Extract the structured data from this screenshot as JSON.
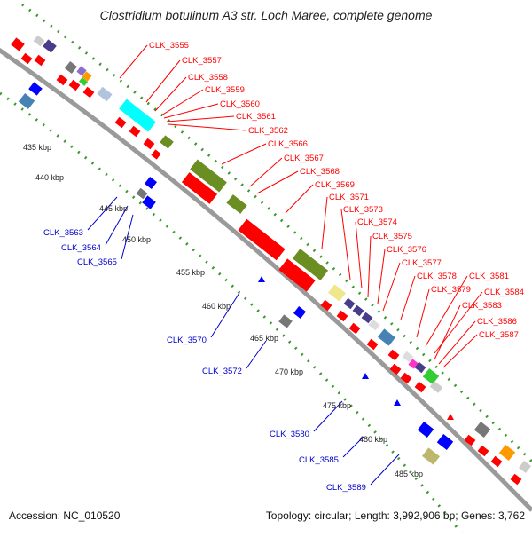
{
  "title": "Clostridium botulinum A3 str. Loch Maree, complete genome",
  "footer": {
    "accession": "Accession: NC_010520",
    "summary": "Topology: circular; Length: 3,992,906 bp; Genes: 3,762"
  },
  "colors": {
    "forward_label": "#ff0000",
    "reverse_label": "#0000cc",
    "tick_label": "#222222",
    "gene_red": "#ff0000",
    "gene_blue": "#0000ff",
    "olive": "#6b8e23",
    "cyan": "#00ffff",
    "slate": "#483d8b",
    "steel": "#4682b4"
  },
  "position_ticks": [
    "435 kbp",
    "440 kbp",
    "445 kbp",
    "450 kbp",
    "455 kbp",
    "460 kbp",
    "465 kbp",
    "470 kbp",
    "475 kbp",
    "480 kbp",
    "485 kbp"
  ],
  "forward_genes": [
    "CLK_3555",
    "CLK_3557",
    "CLK_3558",
    "CLK_3559",
    "CLK_3560",
    "CLK_3561",
    "CLK_3562",
    "CLK_3566",
    "CLK_3567",
    "CLK_3568",
    "CLK_3569",
    "CLK_3571",
    "CLK_3573",
    "CLK_3574",
    "CLK_3575",
    "CLK_3576",
    "CLK_3577",
    "CLK_3578",
    "CLK_3579",
    "CLK_3581",
    "CLK_3584",
    "CLK_3583",
    "CLK_3586",
    "CLK_3587"
  ],
  "reverse_genes": [
    "CLK_3563",
    "CLK_3564",
    "CLK_3565",
    "CLK_3570",
    "CLK_3572",
    "CLK_3580",
    "CLK_3585",
    "CLK_3589"
  ]
}
